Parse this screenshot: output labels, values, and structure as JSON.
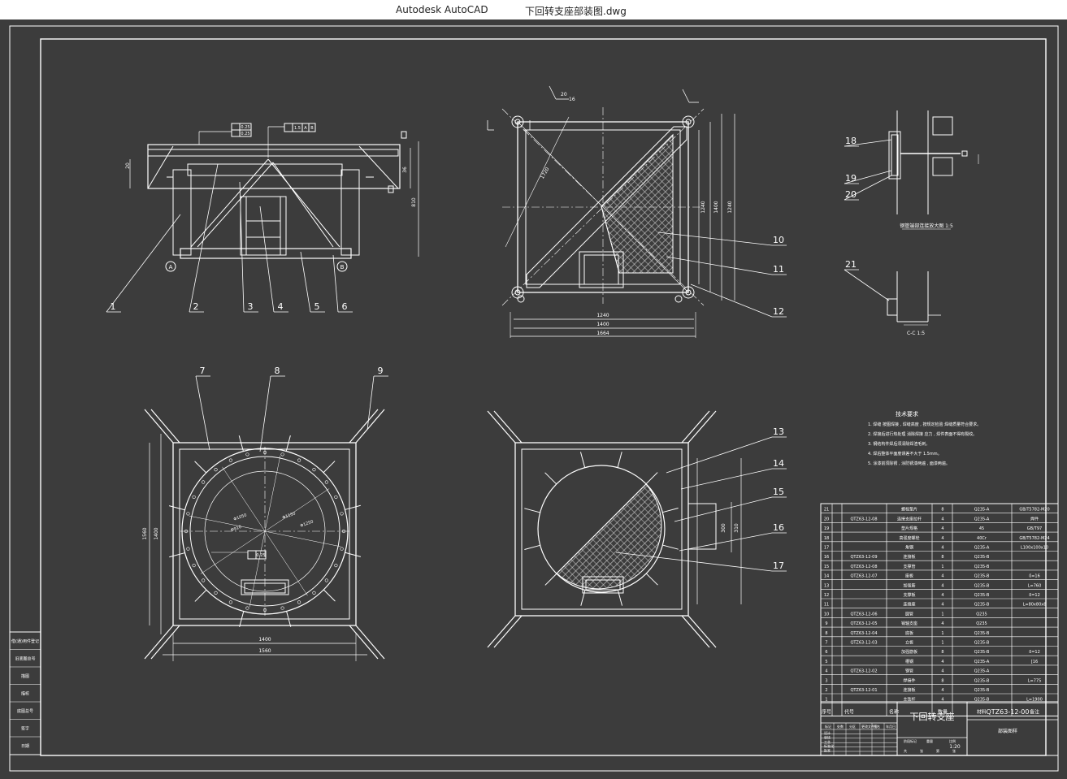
{
  "window": {
    "app_name": "Autodesk AutoCAD",
    "document_name": "下回转支座部装图.dwg"
  },
  "drawing": {
    "title": "下回转支座",
    "drawing_number": "QTZ63-12-00",
    "subtitle": "部装图样",
    "scale": "1:20",
    "sheet_row": [
      "共",
      "张",
      "第",
      "张"
    ],
    "balloons": [
      "1",
      "2",
      "3",
      "4",
      "5",
      "6",
      "7",
      "8",
      "9",
      "10",
      "11",
      "12",
      "13",
      "14",
      "15",
      "16",
      "17",
      "18",
      "19",
      "20",
      "21"
    ],
    "datum_a": "A",
    "datum_b": "B",
    "tolerance_frames": {
      "flatness": "0.25",
      "parallel": "0.25",
      "perp": "1.5"
    },
    "dimensions": {
      "top_view_width_1": "1240",
      "top_view_width_2": "1400",
      "top_view_width_3": "1664",
      "top_view_height_1": "1240",
      "top_view_height_2": "1400",
      "bottom_view_width_1": "1400",
      "bottom_view_width_2": "1560",
      "bottom_view_height_1": "1400",
      "bottom_view_height_2": "1560",
      "circle_dia_1": "Φ1050",
      "circle_dia_2": "Φ1150",
      "circle_dia_3": "Φ1250",
      "circle_dia_4": "Φ910"
    },
    "view_labels": {
      "detail_1": "钢管端部连接放大图 1:5",
      "detail_2": "C-C 1:5"
    },
    "tech_requirements": {
      "heading": "技术要求",
      "items": [
        "1. 焊缝 按图焊接 , 焊缝高度 , 按规定检验 焊缝质量符合要求。",
        "2. 焊接后进行热处理 消除焊接 应力 , 焊件表面不得有裂纹。",
        "3. 钢结构件焊后须清除焊渣毛刺。",
        "4. 焊后整体平面度误差不大于 1.5mm。",
        "5. 涂漆前须除锈 , 涂防锈漆两遍 , 面漆两遍。"
      ]
    },
    "bom": {
      "header": [
        "序号",
        "代号",
        "名称",
        "数量",
        "材料",
        "备注"
      ],
      "rows": [
        [
          "21",
          "",
          "螺栓垫片",
          "8",
          "Q235-A",
          "GB/T5782-M20"
        ],
        [
          "20",
          "QTZ63-12-08",
          "连接支座拉杆",
          "4",
          "Q235-A",
          "焊件"
        ],
        [
          "19",
          "",
          "垫片规格",
          "4",
          "45",
          "GB/T97"
        ],
        [
          "18",
          "",
          "高强度螺栓",
          "4",
          "40Cr",
          "GB/T5782-M24"
        ],
        [
          "17",
          "",
          "角钢",
          "4",
          "Q235-A",
          "L100x100x10"
        ],
        [
          "16",
          "QTZ63-12-09",
          "连接板",
          "8",
          "Q235-B",
          ""
        ],
        [
          "15",
          "QTZ63-12-08",
          "支撑管",
          "1",
          "Q235-B",
          ""
        ],
        [
          "14",
          "QTZ63-12-07",
          "座板",
          "4",
          "Q235-B",
          "δ=16"
        ],
        [
          "13",
          "",
          "加强筋",
          "4",
          "Q235-B",
          "L=760"
        ],
        [
          "12",
          "",
          "支撑板",
          "4",
          "Q235-B",
          "δ=12"
        ],
        [
          "11",
          "",
          "连接座",
          "4",
          "Q235-B",
          "L=80x80x8"
        ],
        [
          "10",
          "QTZ63-12-06",
          "圆管",
          "1",
          "Q235",
          ""
        ],
        [
          "9",
          "QTZ63-12-05",
          "销轴支座",
          "4",
          "Q235",
          ""
        ],
        [
          "8",
          "QTZ63-12-04",
          "底板",
          "1",
          "Q235-B",
          ""
        ],
        [
          "7",
          "QTZ63-12-03",
          "立板",
          "1",
          "Q235-B",
          ""
        ],
        [
          "6",
          "",
          "加强筋板",
          "8",
          "Q235-B",
          "δ=12"
        ],
        [
          "5",
          "",
          "槽钢",
          "4",
          "Q235-A",
          "[16"
        ],
        [
          "4",
          "QTZ63-12-02",
          "钢管",
          "4",
          "Q235-A",
          ""
        ],
        [
          "3",
          "",
          "焊接件",
          "8",
          "Q235-B",
          "L=775"
        ],
        [
          "2",
          "QTZ63-12-01",
          "连接板",
          "4",
          "Q235-B",
          ""
        ],
        [
          "1",
          "",
          "主弦杆",
          "4",
          "Q235-B",
          "L=1900"
        ]
      ]
    },
    "left_strip": [
      "借(通)用件登记",
      "旧底图总号",
      "描图",
      "描校",
      "底图总号",
      "签字",
      "日期"
    ],
    "titleblock_labels": {
      "marks": [
        "标记",
        "处数",
        "分区",
        "更改文件号",
        "签名",
        "年月日"
      ],
      "roles": [
        "设计",
        "审核",
        "工艺",
        "标准化",
        "批准"
      ],
      "stage": [
        "阶段标记",
        "重量",
        "比例"
      ]
    }
  },
  "colors": {
    "background": "#3c3c3c",
    "linework": "#ffffff",
    "titlebar": "#ffffff",
    "hatch": "#d8d8d8"
  }
}
